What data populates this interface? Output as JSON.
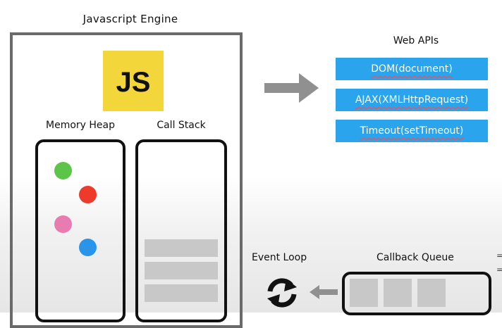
{
  "engine": {
    "title": "Javascript Engine",
    "logo_text": "JS",
    "memory_heap_label": "Memory Heap",
    "call_stack_label": "Call Stack",
    "heap_object_colors": [
      "#5cc448",
      "#ee3a2a",
      "#e87cb0",
      "#2a94ea"
    ],
    "call_stack_frame_count": 3
  },
  "web_apis": {
    "title": "Web APIs",
    "items": [
      "DOM(document)",
      "AJAX(XMLHttpRequest)",
      "Timeout(setTimeout)"
    ]
  },
  "event_loop": {
    "label": "Event Loop"
  },
  "callback_queue": {
    "label": "Callback Queue",
    "slot_count": 3
  },
  "colors": {
    "js_logo": "#f3d73a",
    "web_api_item": "#2aa4ec",
    "arrow": "#909090"
  }
}
